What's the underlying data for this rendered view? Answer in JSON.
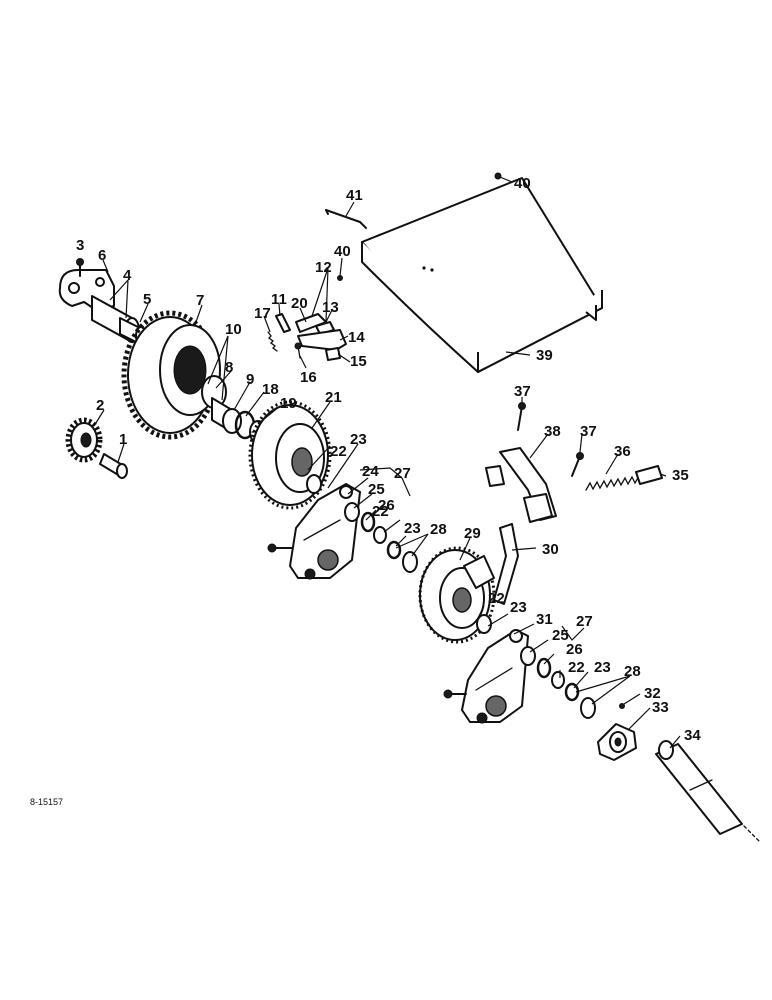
{
  "drawing_code": "8-15157",
  "callouts": [
    "1",
    "2",
    "3",
    "4",
    "5",
    "6",
    "7",
    "8",
    "9",
    "10",
    "11",
    "12",
    "13",
    "14",
    "15",
    "16",
    "17",
    "18",
    "19",
    "20",
    "21",
    "22",
    "22",
    "22",
    "22",
    "23",
    "23",
    "23",
    "23",
    "24",
    "25",
    "25",
    "26",
    "26",
    "27",
    "27",
    "28",
    "28",
    "29",
    "30",
    "31",
    "32",
    "33",
    "34",
    "35",
    "36",
    "37",
    "37",
    "38",
    "39",
    "40",
    "40",
    "41"
  ]
}
